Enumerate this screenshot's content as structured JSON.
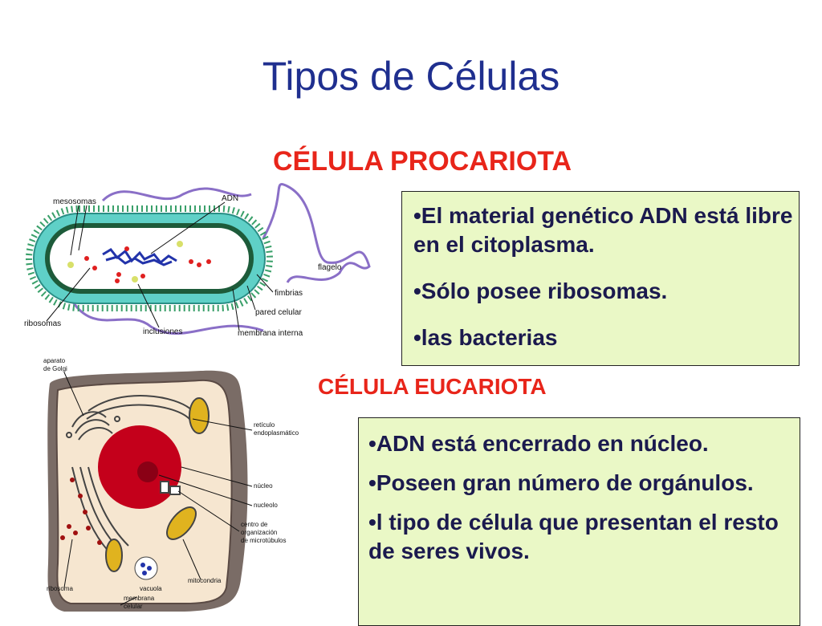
{
  "slide": {
    "title": "Tipos de Células",
    "prokaryote_heading": "CÉLULA PROCARIOTA",
    "eukaryote_heading": "CÉLULA EUCARIOTA"
  },
  "prokaryote_box": {
    "bullets": [
      "•El material genético ADN está libre en el citoplasma.",
      "•Sólo posee ribosomas.",
      "•las bacterias"
    ]
  },
  "eukaryote_box": {
    "bullets": [
      "•ADN está encerrado en núcleo.",
      "•Poseen  gran número de orgánulos.",
      "•l tipo de célula que presentan el resto de seres vivos."
    ]
  },
  "prokaryote_diagram": {
    "labels": {
      "mesosomas": "mesosomas",
      "adn": "ADN",
      "flagelo": "flagelo",
      "fimbrias": "fimbrias",
      "pared": "pared celular",
      "membrana_interna": "membrana interna",
      "inclusiones": "inclusiones",
      "ribosomas": "ribosomas"
    }
  },
  "eukaryote_diagram": {
    "labels": {
      "golgi_1": "aparato",
      "golgi_2": "de Golgi",
      "reticulo_1": "retículo",
      "reticulo_2": "endoplasmático",
      "nucleo": "núcleo",
      "nucleolo": "nucleolo",
      "centro_1": "centro de",
      "centro_2": "organización",
      "centro_3": "de microtúbulos",
      "ribosoma": "ribosoma",
      "vacuola": "vacuola",
      "mitocondria": "mitocondria",
      "membrana_1": "membrana",
      "membrana_2": "celular"
    }
  },
  "colors": {
    "title": "#1f2f8f",
    "heading": "#e8251a",
    "box_fill": "#eaf8c6",
    "box_text": "#1b1a4e"
  }
}
